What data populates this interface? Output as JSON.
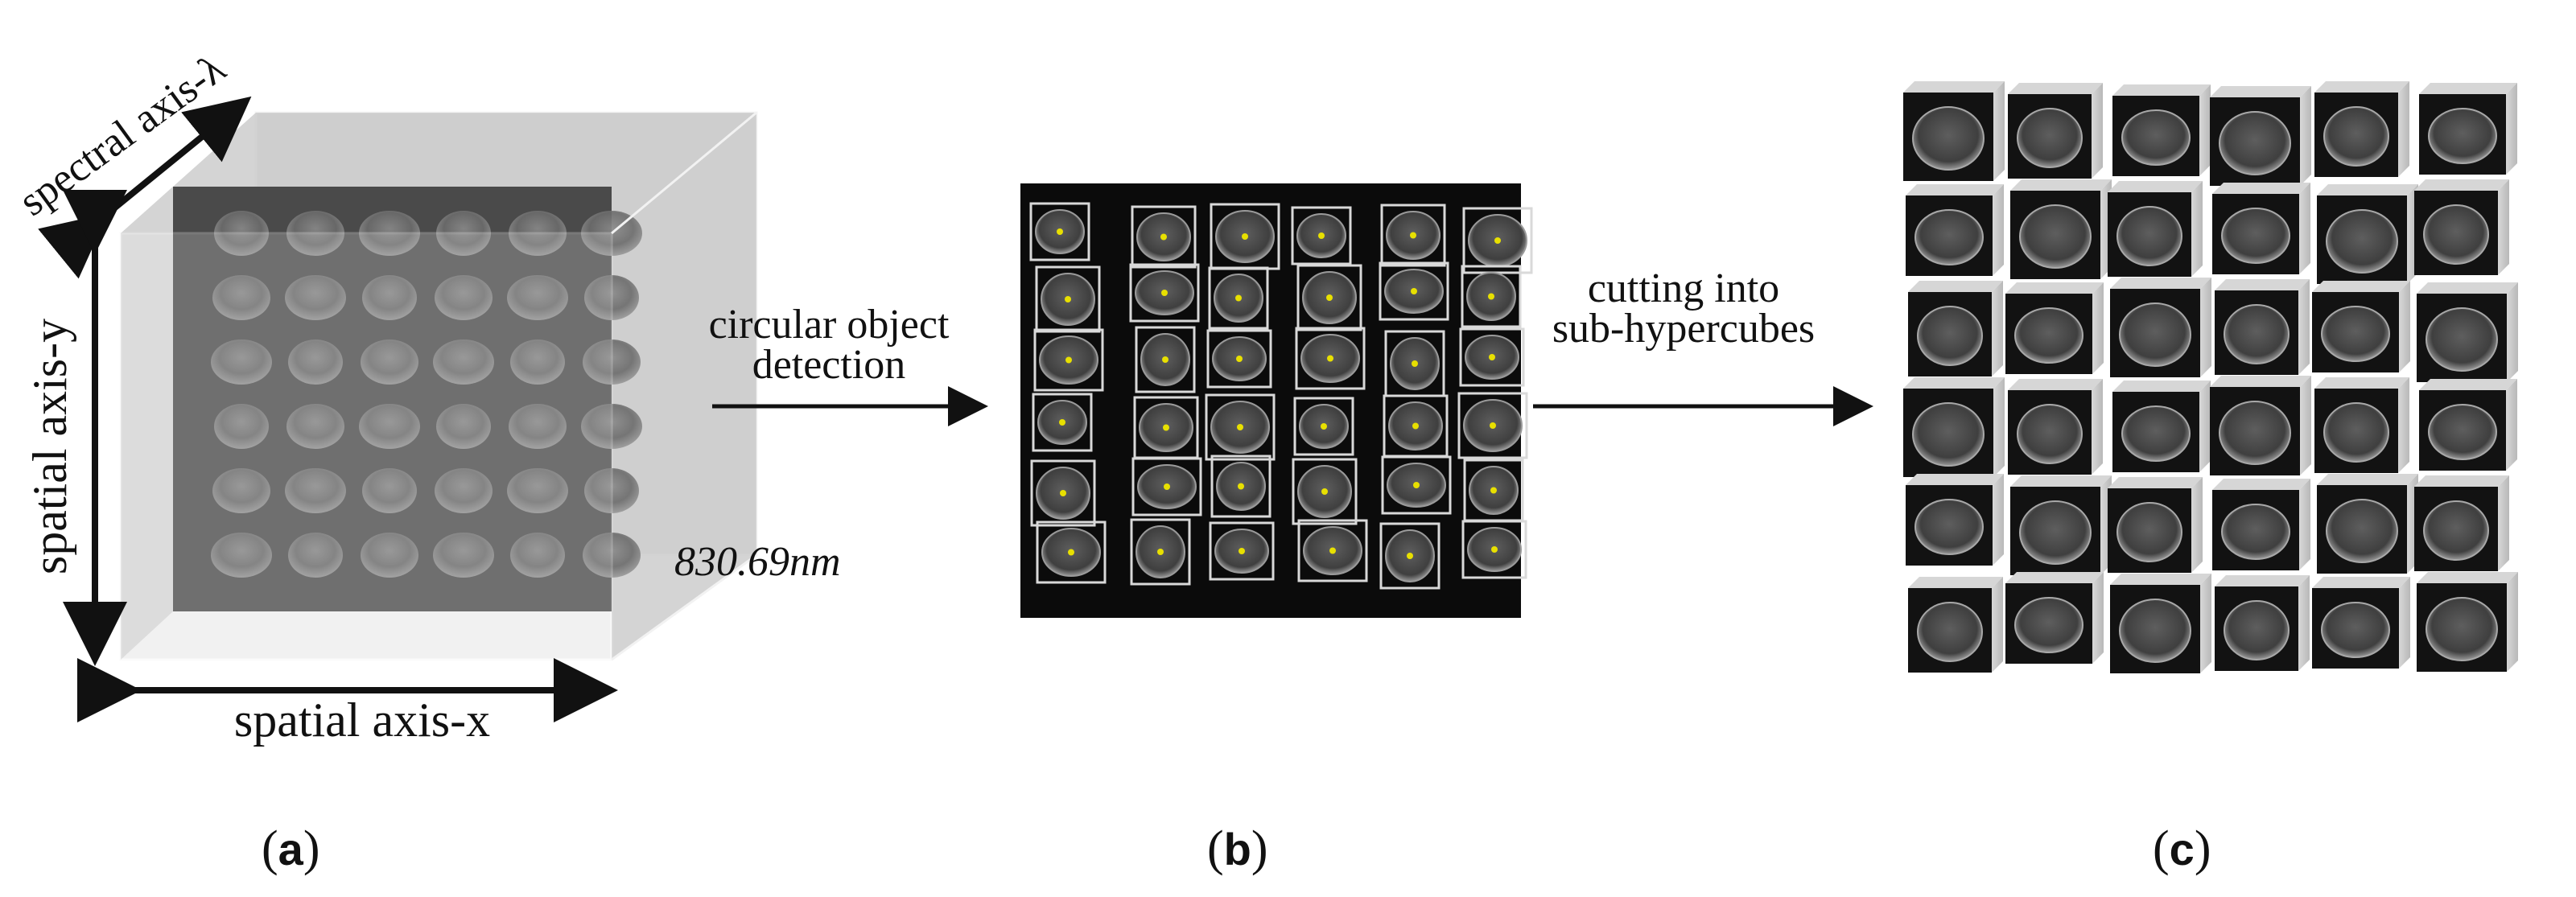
{
  "panel_a": {
    "spectral_axis_label": "spectral axis-λ",
    "spatial_y_label": "spatial  axis-y",
    "spatial_x_label": "spatial  axis-x",
    "wavelength_label": "830.69nm",
    "caption": "(a)",
    "caption_letter": "a"
  },
  "arrow_1": {
    "line1": "circular object",
    "line2": "detection"
  },
  "panel_b": {
    "caption": "(b)",
    "caption_letter": "b"
  },
  "arrow_2": {
    "line1": "cutting into",
    "line2": "sub-hypercubes"
  },
  "panel_c": {
    "caption": "(c)",
    "caption_letter": "c"
  },
  "colors": {
    "cube_face": "#4a4a4a",
    "cube_side": "#cfcfcf",
    "detection_bg": "#0b0b0b",
    "detection_box": "#d9d9d9",
    "center_dot": "#e8e000",
    "tile_bg": "#121212",
    "tile_side": "#c4c4c4"
  },
  "icons": [
    "double-arrow-icon",
    "right-arrow-icon"
  ]
}
